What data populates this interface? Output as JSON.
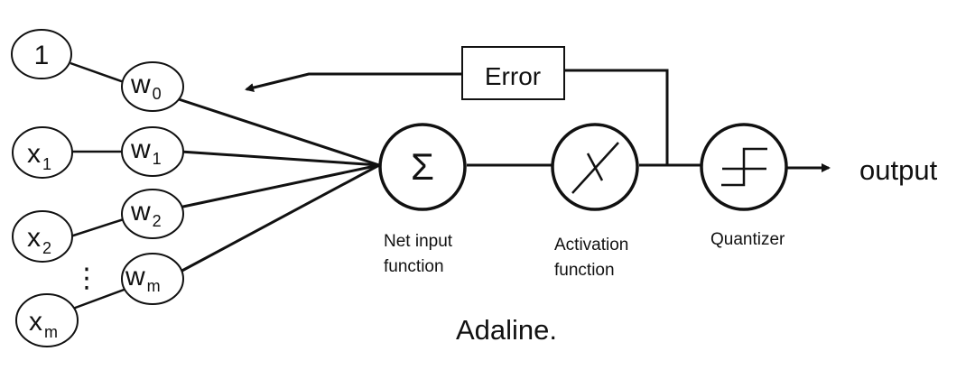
{
  "inputs": [
    {
      "main": "1",
      "sub": ""
    },
    {
      "main": "x",
      "sub": "1"
    },
    {
      "main": "x",
      "sub": "2"
    },
    {
      "main": "x",
      "sub": "m"
    }
  ],
  "weights": [
    {
      "main": "w",
      "sub": "0"
    },
    {
      "main": "w",
      "sub": "1"
    },
    {
      "main": "w",
      "sub": "2"
    },
    {
      "main": "w",
      "sub": "m"
    }
  ],
  "ellipsis": "⋮",
  "net_input": {
    "symbol": "Σ",
    "caption_line1": "Net input",
    "caption_line2": "function"
  },
  "activation": {
    "caption_line1": "Activation",
    "caption_line2": "function"
  },
  "quantizer": {
    "caption": "Quantizer"
  },
  "error_label": "Error",
  "output_label": "output",
  "title": "Adaline."
}
